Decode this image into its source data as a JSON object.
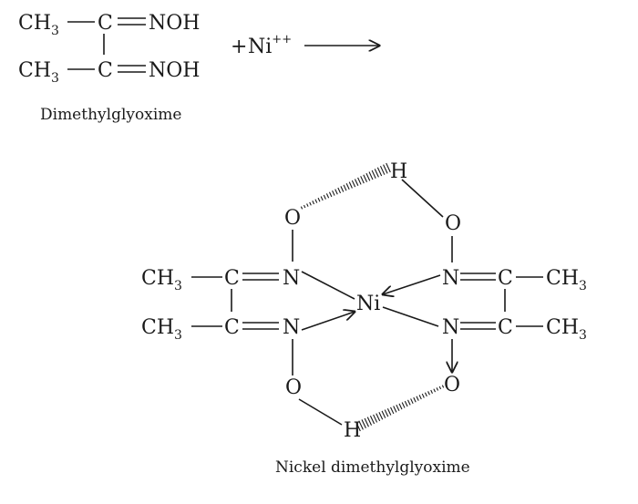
{
  "reactant": {
    "methyl_group": "CH",
    "methyl_subscript": "3",
    "carbon": "C",
    "oxime_group": "NOH",
    "plus": "+",
    "metal": "Ni",
    "metal_charge": "++",
    "caption": "Dimethylglyoxime"
  },
  "product": {
    "methyl_group": "CH",
    "methyl_subscript": "3",
    "carbon": "C",
    "nitrogen": "N",
    "oxygen": "O",
    "hydrogen": "H",
    "metal": "Ni",
    "caption": "Nickel dimethylglyoxime"
  }
}
